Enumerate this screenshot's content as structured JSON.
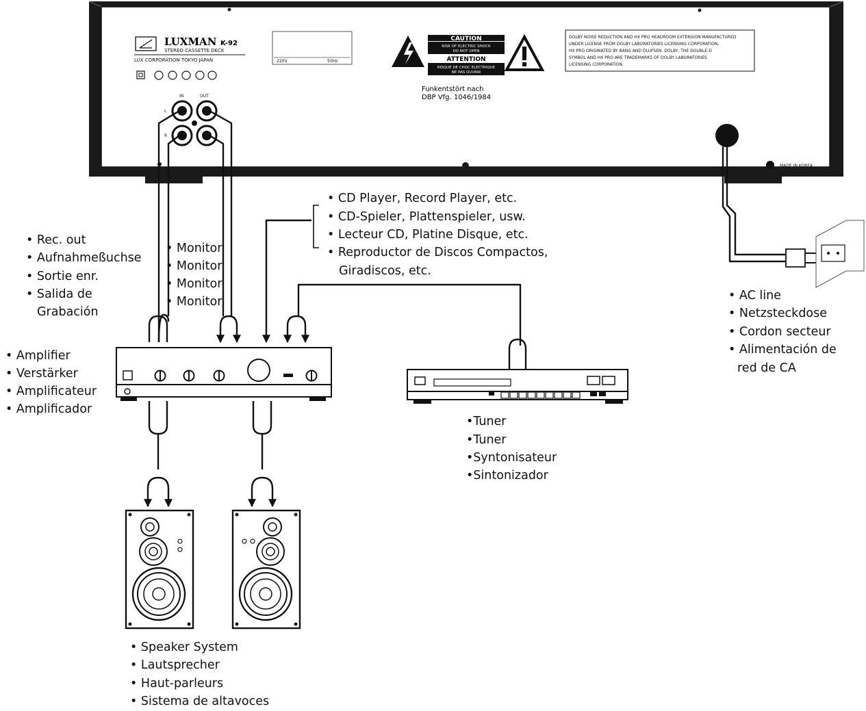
{
  "deck": {
    "brand": "LUXMAN",
    "model": "K-92",
    "subtitle": "STEREO CASSETTE DECK",
    "maker": "LUX CORPORATION TOKYO JAPAN",
    "voltage": "220V",
    "frequency": "50Hz",
    "caution": "CAUTION",
    "caution_text_1": "RISK OF ELECTRIC SHOCK",
    "caution_text_2": "DO NOT OPEN",
    "attention": "ATTENTION",
    "attention_text_1": "RISQUE DE CHOC ELECTRIQUE",
    "attention_text_2": "NE PAS OUVRIR",
    "funk_1": "Funkentstört nach",
    "funk_2": "DBP Vfg. 1046/1984",
    "dolby_lines": [
      "DOLBY NOISE REDUCTION AND HX PRO HEADROOM EXTENSION MANUFACTURED",
      "UNDER LICENSE FROM DOLBY LABORATORIES LICENSING CORPORATION.",
      "HX PRO ORIGINATED BY BANG AND OLUFSEN. DOLBY, THE DOUBLE-D",
      "SYMBOL  AND HX PRO ARE TRADEMARKS OF DOLBY LABORATORIES",
      "LICENSING CORPORATION."
    ],
    "jack_in": "IN",
    "jack_out": "OUT",
    "jack_l": "L",
    "jack_r": "R",
    "made_in": "MADE IN KOREA"
  },
  "labels": {
    "rec_out": [
      "Rec. out",
      "Aufnahmeßuchse",
      "Sortie enr.",
      "Salida de",
      "Grabación"
    ],
    "monitor": [
      "Monitor",
      "Monitor",
      "Monitor",
      "Monitor"
    ],
    "source": [
      "CD Player, Record Player, etc.",
      "CD-Spieler, Plattenspieler, usw.",
      "Lecteur CD, Platine Disque, etc.",
      "Reproductor de Discos Compactos,",
      "Giradiscos, etc."
    ],
    "ac_line": [
      "AC line",
      "Netzsteckdose",
      "Cordon secteur",
      "Alimentación de",
      "red de CA"
    ],
    "amplifier": [
      "Amplifier",
      "Verstärker",
      "Amplificateur",
      "Amplificador"
    ],
    "tuner": [
      "Tuner",
      "Tuner",
      "Syntonisateur",
      "Sintonizador"
    ],
    "speaker": [
      "Speaker System",
      "Lautsprecher",
      "Haut-parleurs",
      "Sistema de altavoces"
    ]
  },
  "bullet": "•"
}
